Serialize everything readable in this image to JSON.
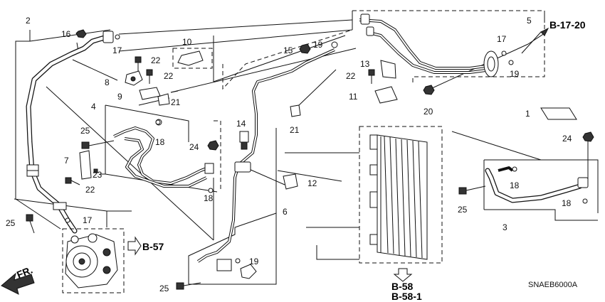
{
  "diagram": {
    "part_numbers": {
      "p1": "1",
      "p2": "2",
      "p3": "3",
      "p4": "4",
      "p5": "5",
      "p6": "6",
      "p7": "7",
      "p8": "8",
      "p9": "9",
      "p10": "10",
      "p11": "11",
      "p12": "12",
      "p13": "13",
      "p14": "14",
      "p15": "15",
      "p16": "16",
      "p17": "17",
      "p18": "18",
      "p19": "19",
      "p20": "20",
      "p21": "21",
      "p22": "22",
      "p23": "23",
      "p24": "24",
      "p25": "25"
    },
    "refs": {
      "b17_20": "B-17-20",
      "b57": "B-57",
      "b58": "B-58",
      "b58_1": "B-58-1"
    },
    "direction_label": "FR.",
    "diagram_code": "SNAEB6000A"
  }
}
